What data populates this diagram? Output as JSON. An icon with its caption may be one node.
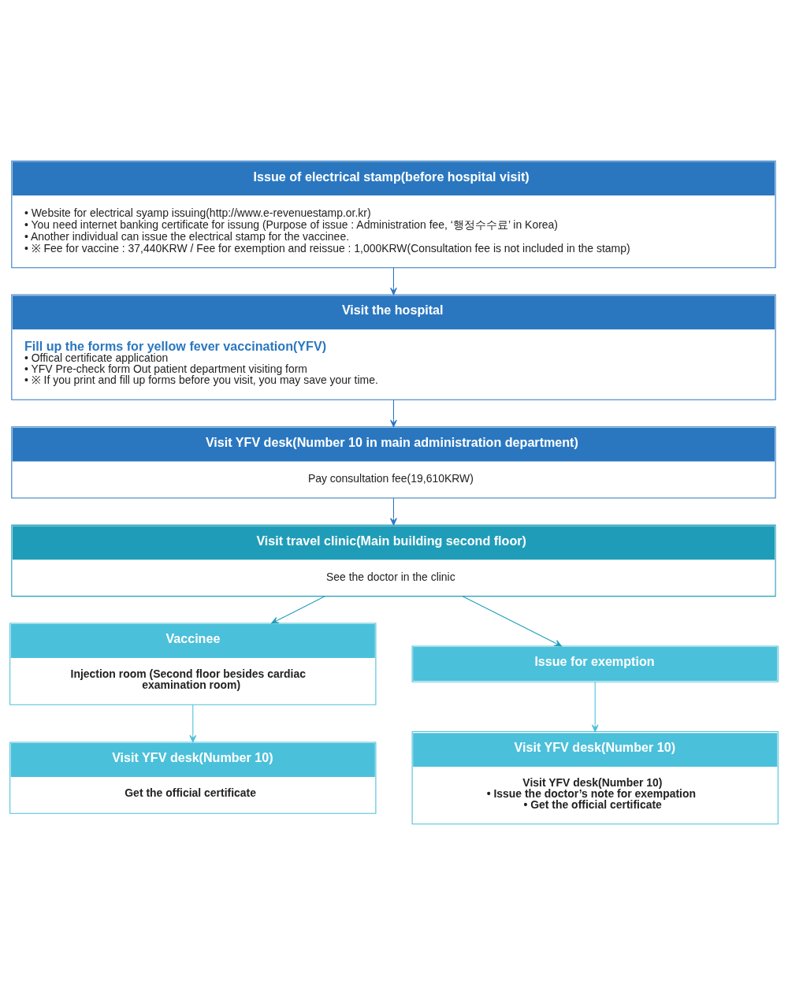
{
  "diagram": {
    "nodes": [
      {
        "text": [
          "Issue of electrical stamp(before hospital visit)",
          "• Website for electrical syamp issuing(http://www.e-revenuestamp.or.kr)",
          "• You need internet banking certificate for issung (Purpose of issue : Administration fee, ‘행정수수료’ in Korea)",
          "• Another individual can issue the electrical stamp for the vaccinee.",
          "• ※ Fee for vaccine : 37,440KRW / Fee for exemption and reissue : 1,000KRW(Consultation fee is not included in the stamp)"
        ]
      },
      {
        "text": [
          "Visit the hospital",
          "Fill up the forms for yellow fever vaccination(YFV)",
          "• Offical certificate application",
          "• YFV Pre-check form Out patient department visiting form",
          "• ※ If you print and fill up forms before you visit, you may save your time."
        ]
      },
      {
        "text": [
          "Visit YFV desk(Number 10 in main administration department)",
          "Pay consultation fee(19,610KRW)"
        ]
      },
      {
        "text": [
          "Visit travel clinic(Main building second floor)",
          "See the doctor in the clinic"
        ]
      },
      {
        "text": [
          "Vaccinee",
          "Injection room (Second floor besides cardiac examination room)"
        ]
      },
      {
        "text": [
          "Issue for exemption"
        ]
      },
      {
        "text": [
          "Visit YFV desk(Number 10)",
          "Get the official certificate"
        ]
      },
      {
        "text": [
          "Visit YFV desk(Number 10)",
          "Visit YFV desk(Number 10)",
          "• Issue the doctor’s note for exempation",
          "• Get the official certificate"
        ]
      }
    ],
    "edges": [
      {
        "from": 0,
        "to": 1,
        "arrow": "to",
        "color": "#2a77c0"
      },
      {
        "from": 1,
        "to": 2,
        "arrow": "to",
        "color": "#2a77c0"
      },
      {
        "from": 2,
        "to": 3,
        "arrow": "to",
        "color": "#2a77c0"
      },
      {
        "from": 3,
        "to": 4,
        "arrow": "to",
        "color": "#1f9db8"
      },
      {
        "from": 3,
        "to": 5,
        "arrow": "to",
        "color": "#1f9db8"
      },
      {
        "from": 4,
        "to": 6,
        "arrow": "to",
        "color": "#4bc0da"
      },
      {
        "from": 5,
        "to": 7,
        "arrow": "to",
        "color": "#4bc0da"
      }
    ]
  }
}
